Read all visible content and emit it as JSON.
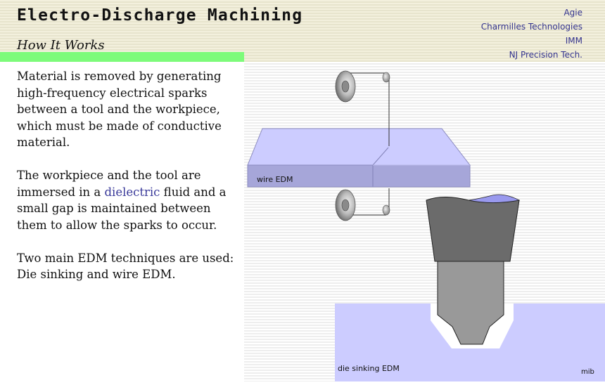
{
  "header": {
    "title": "Electro-Discharge Machining",
    "subtitle": "How It Works",
    "sponsors": [
      "Agie",
      "Charmilles Technologies",
      "IMM",
      "NJ Precision Tech."
    ]
  },
  "content": {
    "paragraph1": "Material is removed by generating high-frequency electrical sparks between a tool and the workpiece, which must be made of conductive material.",
    "paragraph2_before": "The workpiece and the tool are immersed in a ",
    "paragraph2_link": "dielectric",
    "paragraph2_after": " fluid and a small gap is maintained between them to allow the sparks to occur.",
    "paragraph3": "Two main EDM techniques are used: Die sinking and wire EDM."
  },
  "diagram": {
    "wire_label": "wire EDM",
    "die_label": "die sinking EDM",
    "credit": "mib"
  },
  "colors": {
    "accent_green": "#7dfb7a",
    "link_blue": "#3a3a9a",
    "sponsor_blue": "#33338e",
    "workpiece_top": "#ccccff",
    "workpiece_front": "#a6a6d9",
    "tool_dark": "#6b6b6b",
    "tool_light": "#999999",
    "fluid": "#9999ee"
  }
}
